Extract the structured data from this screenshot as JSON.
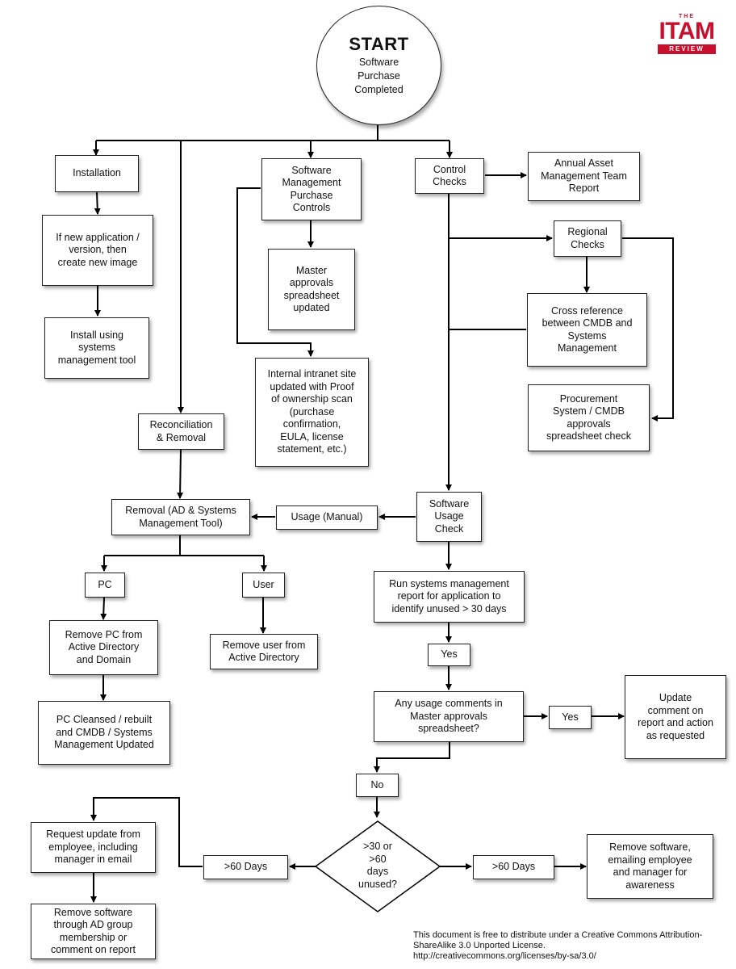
{
  "logo": {
    "the": "THE",
    "itam": "ITAM",
    "review": "REVIEW"
  },
  "start": {
    "title": "START",
    "subtitle": "Software\nPurchase\nCompleted"
  },
  "nodes": {
    "installation": "Installation",
    "new_image": "If new application /\nversion, then\ncreate new image",
    "install_tool": "Install using\nsystems\nmanagement tool",
    "reconciliation": "Reconciliation\n& Removal",
    "removal": "Removal (AD & Systems\nManagement Tool)",
    "pc": "PC",
    "user": "User",
    "remove_pc": "Remove PC from\nActive Directory\nand Domain",
    "pc_cleansed": "PC Cleansed / rebuilt\nand CMDB / Systems\nManagement Updated",
    "remove_user": "Remove user from\nActive Directory",
    "smp_controls": "Software\nManagement\nPurchase\nControls",
    "master_updated": "Master\napprovals\nspreadsheet\nupdated",
    "intranet": "Internal intranet site\nupdated with Proof\nof ownership scan\n(purchase\nconfirmation,\nEULA, license\nstatement, etc.)",
    "control_checks": "Control\nChecks",
    "annual_report": "Annual Asset\nManagement Team\nReport",
    "regional_checks": "Regional\nChecks",
    "cross_reference": "Cross reference\nbetween CMDB and\nSystems\nManagement",
    "procurement": "Procurement\nSystem / CMDB\napprovals\nspreadsheet check",
    "usage_check": "Software\nUsage\nCheck",
    "usage_manual": "Usage (Manual)",
    "run_report": "Run systems management\nreport for application to\nidentify unused > 30 days",
    "yes_1": "Yes",
    "usage_comments": "Any usage comments in\nMaster approvals\nspreadsheet?",
    "yes_2": "Yes",
    "update_comment": "Update\ncomment on\nreport and action\nas requested",
    "no": "No",
    "decision": ">30 or\n>60\ndays\nunused?",
    "left_60": ">60 Days",
    "right_60": ">60 Days",
    "request_update": "Request update from\nemployee, including\nmanager in email",
    "remove_via_ad": "Remove software\nthrough AD group\nmembership or\ncomment on report",
    "remove_software": "Remove software,\nemailing employee\nand manager for\nawareness"
  },
  "license": {
    "line1": "This document is free to distribute under a Creative Commons Attribution-",
    "line2": "ShareAlike 3.0 Unported License.",
    "line3": "http://creativecommons.org/licenses/by-sa/3.0/"
  },
  "colors": {
    "brand_red": "#c8102e",
    "line": "#000000",
    "box_border": "#222222"
  }
}
